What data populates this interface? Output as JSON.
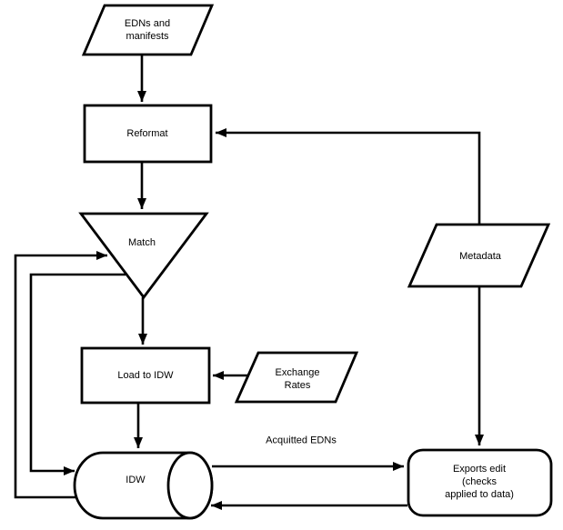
{
  "diagram": {
    "background": "#ffffff",
    "stroke_color": "#000000",
    "fill_color": "#ffffff",
    "nodes": {
      "edns_manifests": {
        "label": "EDNs and\nmanifests",
        "shape": "parallelogram"
      },
      "reformat": {
        "label": "Reformat",
        "shape": "process-rectangle"
      },
      "match": {
        "label": "Match",
        "shape": "inverted-triangle"
      },
      "load_to_idw": {
        "label": "Load to IDW",
        "shape": "process-rectangle"
      },
      "exchange_rates": {
        "label": "Exchange\nRates",
        "shape": "parallelogram"
      },
      "metadata": {
        "label": "Metadata",
        "shape": "parallelogram"
      },
      "idw": {
        "label": "IDW",
        "shape": "cylinder"
      },
      "exports_edit": {
        "label": "Exports edit (checks\napplied to data)",
        "shape": "rounded-rectangle"
      }
    },
    "edge_labels": {
      "acquitted_edns": "Acquitted EDNs"
    },
    "edges": [
      {
        "from": "edns_manifests",
        "to": "reformat"
      },
      {
        "from": "reformat",
        "to": "match"
      },
      {
        "from": "match",
        "to": "load_to_idw"
      },
      {
        "from": "load_to_idw",
        "to": "idw"
      },
      {
        "from": "exchange_rates",
        "to": "load_to_idw"
      },
      {
        "from": "metadata",
        "to": "reformat"
      },
      {
        "from": "metadata",
        "to": "exports_edit"
      },
      {
        "from": "idw",
        "to": "exports_edit",
        "label": "Acquitted EDNs"
      },
      {
        "from": "exports_edit",
        "to": "idw"
      },
      {
        "from": "idw",
        "to": "match"
      },
      {
        "from": "match",
        "to": "idw"
      }
    ]
  }
}
